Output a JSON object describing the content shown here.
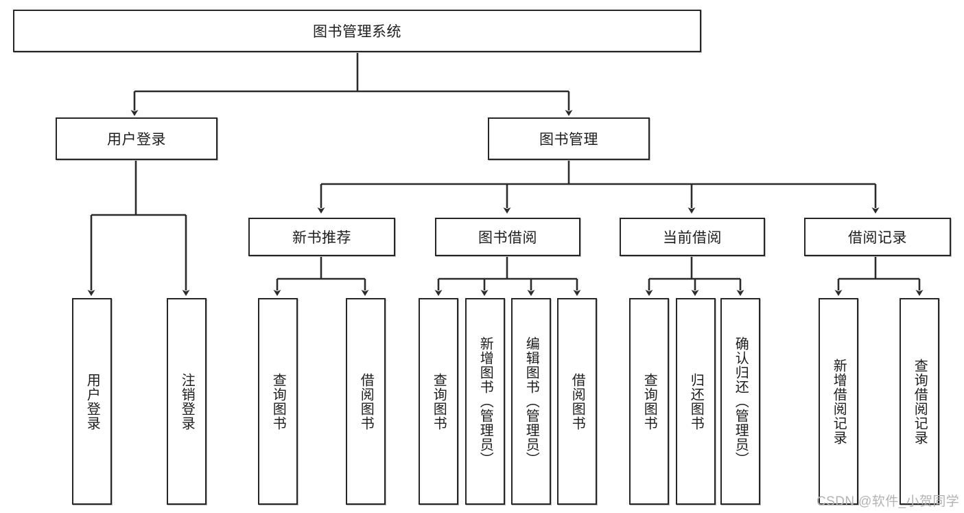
{
  "diagram": {
    "type": "tree-hierarchy-chart",
    "title": "图书管理系统",
    "colors": {
      "box_border": "#262626",
      "box_fill": "#ffffff",
      "connector": "#2b2b2b",
      "text": "#1d1d1d",
      "watermark": "#b3b3b3",
      "canvas": "#ffffff"
    },
    "root": {
      "label": "图书管理系统"
    },
    "level1": [
      {
        "label": "用户登录"
      },
      {
        "label": "图书管理"
      }
    ],
    "level2": [
      {
        "label": "新书推荐"
      },
      {
        "label": "图书借阅"
      },
      {
        "label": "当前借阅"
      },
      {
        "label": "借阅记录"
      }
    ],
    "leaves_user_login": [
      {
        "label": "用户登录"
      },
      {
        "label": "注销登录"
      }
    ],
    "leaves_new_book": [
      {
        "label": "查询图书"
      },
      {
        "label": "借阅图书"
      }
    ],
    "leaves_borrow": [
      {
        "label": "查询图书"
      },
      {
        "label": "新增图书（管理员）"
      },
      {
        "label": "编辑图书（管理员）"
      },
      {
        "label": "借阅图书"
      }
    ],
    "leaves_current": [
      {
        "label": "查询图书"
      },
      {
        "label": "归还图书"
      },
      {
        "label": "确认归还（管理员）"
      }
    ],
    "leaves_record": [
      {
        "label": "新增借阅记录"
      },
      {
        "label": "查询借阅记录"
      }
    ]
  },
  "watermark": {
    "text": "CSDN @软件_小贺同学"
  }
}
